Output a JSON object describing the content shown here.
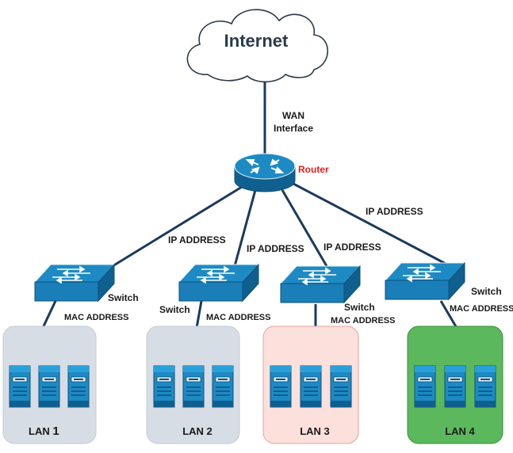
{
  "colors": {
    "device_blue": "#1d8ac4",
    "device_blue_dark": "#0f5f8f",
    "link": "#1b3a5c",
    "router_label": "#e0201b",
    "lan1_bg": "#d7dde4",
    "lan2_bg": "#d7dde4",
    "lan3_bg": "#fbe0dc",
    "lan3_border": "#e3a49a",
    "lan4_bg": "#5cb85c",
    "lan4_border": "#3e8e3e"
  },
  "cloud": {
    "label": "Internet"
  },
  "wan": {
    "line1": "WAN",
    "line2": "Interface"
  },
  "router": {
    "label": "Router"
  },
  "links": {
    "ip1": "IP ADDRESS",
    "ip2": "IP ADDRESS",
    "ip3": "IP ADDRESS",
    "ip4": "IP ADDRESS"
  },
  "switches": [
    {
      "label": "Switch",
      "mac": "MAC ADDRESS"
    },
    {
      "label": "Switch",
      "mac": "MAC ADDRESS"
    },
    {
      "label": "Switch",
      "mac": "MAC ADDRESS"
    },
    {
      "label": "Switch",
      "mac": "MAC ADDRESS"
    }
  ],
  "lans": [
    {
      "label": "LAN",
      "num": "1"
    },
    {
      "label": "LAN 2",
      "num": ""
    },
    {
      "label": "LAN 3",
      "num": ""
    },
    {
      "label": "LAN 4",
      "num": ""
    }
  ]
}
